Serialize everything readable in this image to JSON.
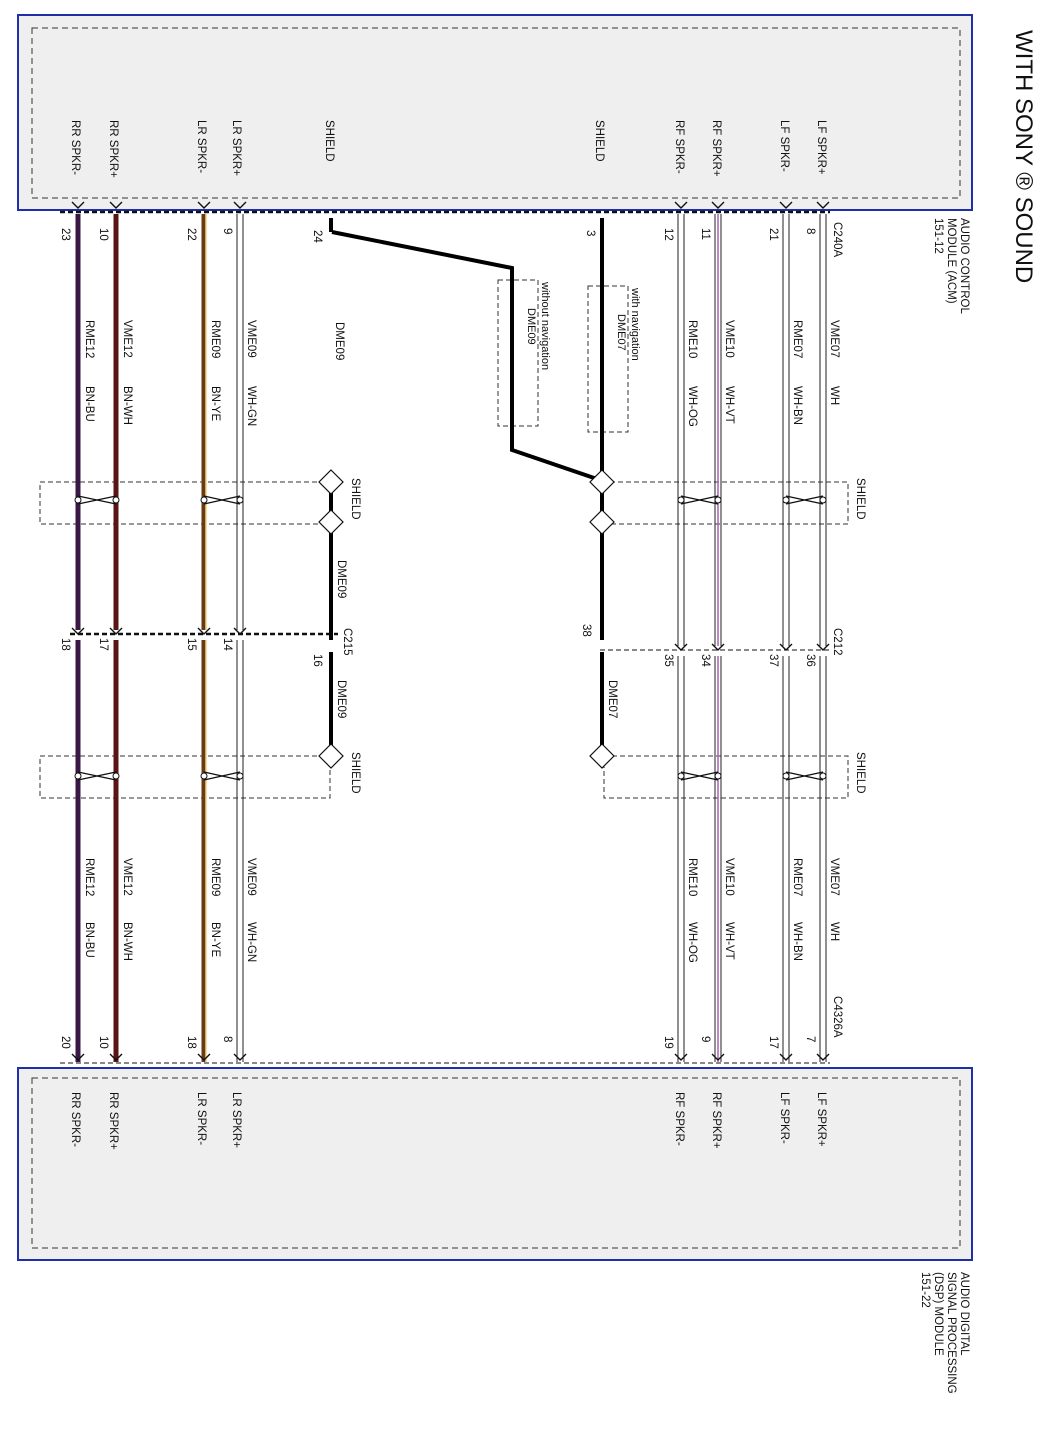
{
  "title": "WITH SONY ® SOUND",
  "colors": {
    "module_border": "#1f2fa8",
    "module_fill": "#efefef",
    "wire_black": "#000000",
    "BN-BU": "#3a1846",
    "BN-WH": "#5a1414",
    "BN-YE": "#6a3a18",
    "BN-YE-stripe": "#f3d27a",
    "WH": "#ffffff",
    "WH-GN": "#ffffff",
    "WH-BN": "#ffffff",
    "WH-OG": "#ffffff",
    "WH-VT": "#ffffff",
    "VT-stripe": "#a565b5"
  },
  "acm": {
    "name_lines": [
      "AUDIO CONTROL",
      "MODULE (ACM)",
      "151-12"
    ],
    "connector": "C240A",
    "pin_labels": [
      "RR SPKR-",
      "RR SPKR+",
      "LR SPKR-",
      "LR SPKR+",
      "SHIELD",
      "SHIELD",
      "RF SPKR-",
      "RF SPKR+",
      "LF SPKR-",
      "LF SPKR+"
    ]
  },
  "dsp": {
    "name_lines": [
      "AUDIO DIGITAL",
      "SIGNAL PROCESSING",
      "(DSP) MODULE",
      "151-22"
    ],
    "connector": "C4326A",
    "pin_labels": [
      "RR SPKR-",
      "RR SPKR+",
      "LR SPKR-",
      "LR SPKR+",
      "RF SPKR-",
      "RF SPKR+",
      "LF SPKR-",
      "LF SPKR+"
    ]
  },
  "left_inline_connector": "C215",
  "right_inline_connector": "C212",
  "circuits": [
    {
      "acm_pin": "23",
      "circuit": "RME12",
      "color": "BN-BU",
      "inline_pin": "18",
      "dsp_pin": "20"
    },
    {
      "acm_pin": "10",
      "circuit": "VME12",
      "color": "BN-WH",
      "inline_pin": "17",
      "dsp_pin": "10"
    },
    {
      "acm_pin": "22",
      "circuit": "RME09",
      "color": "BN-YE",
      "inline_pin": "15",
      "dsp_pin": "18"
    },
    {
      "acm_pin": "9",
      "circuit": "VME09",
      "color": "WH-GN",
      "inline_pin": "14",
      "dsp_pin": "8"
    },
    {
      "acm_pin": "12",
      "circuit": "RME10",
      "color": "WH-OG",
      "inline_pin": "35",
      "dsp_pin": "19"
    },
    {
      "acm_pin": "11",
      "circuit": "VME10",
      "color": "WH-VT",
      "inline_pin": "34",
      "dsp_pin": "9"
    },
    {
      "acm_pin": "21",
      "circuit": "RME07",
      "color": "WH-BN",
      "inline_pin": "37",
      "dsp_pin": "17"
    },
    {
      "acm_pin": "8",
      "circuit": "VME07",
      "color": "WH",
      "inline_pin": "36",
      "dsp_pin": "7"
    }
  ],
  "shields": {
    "left": {
      "acm_pin": "24",
      "circuit": "DME09",
      "inline_pin": "16"
    },
    "right": {
      "acm_pin": "3",
      "circuit": "DME07",
      "inline_pin": "38"
    },
    "label": "SHIELD",
    "with_navigation": [
      "with navigation",
      "DME07"
    ],
    "without_navigation": [
      "without navigation",
      "DME09"
    ]
  }
}
